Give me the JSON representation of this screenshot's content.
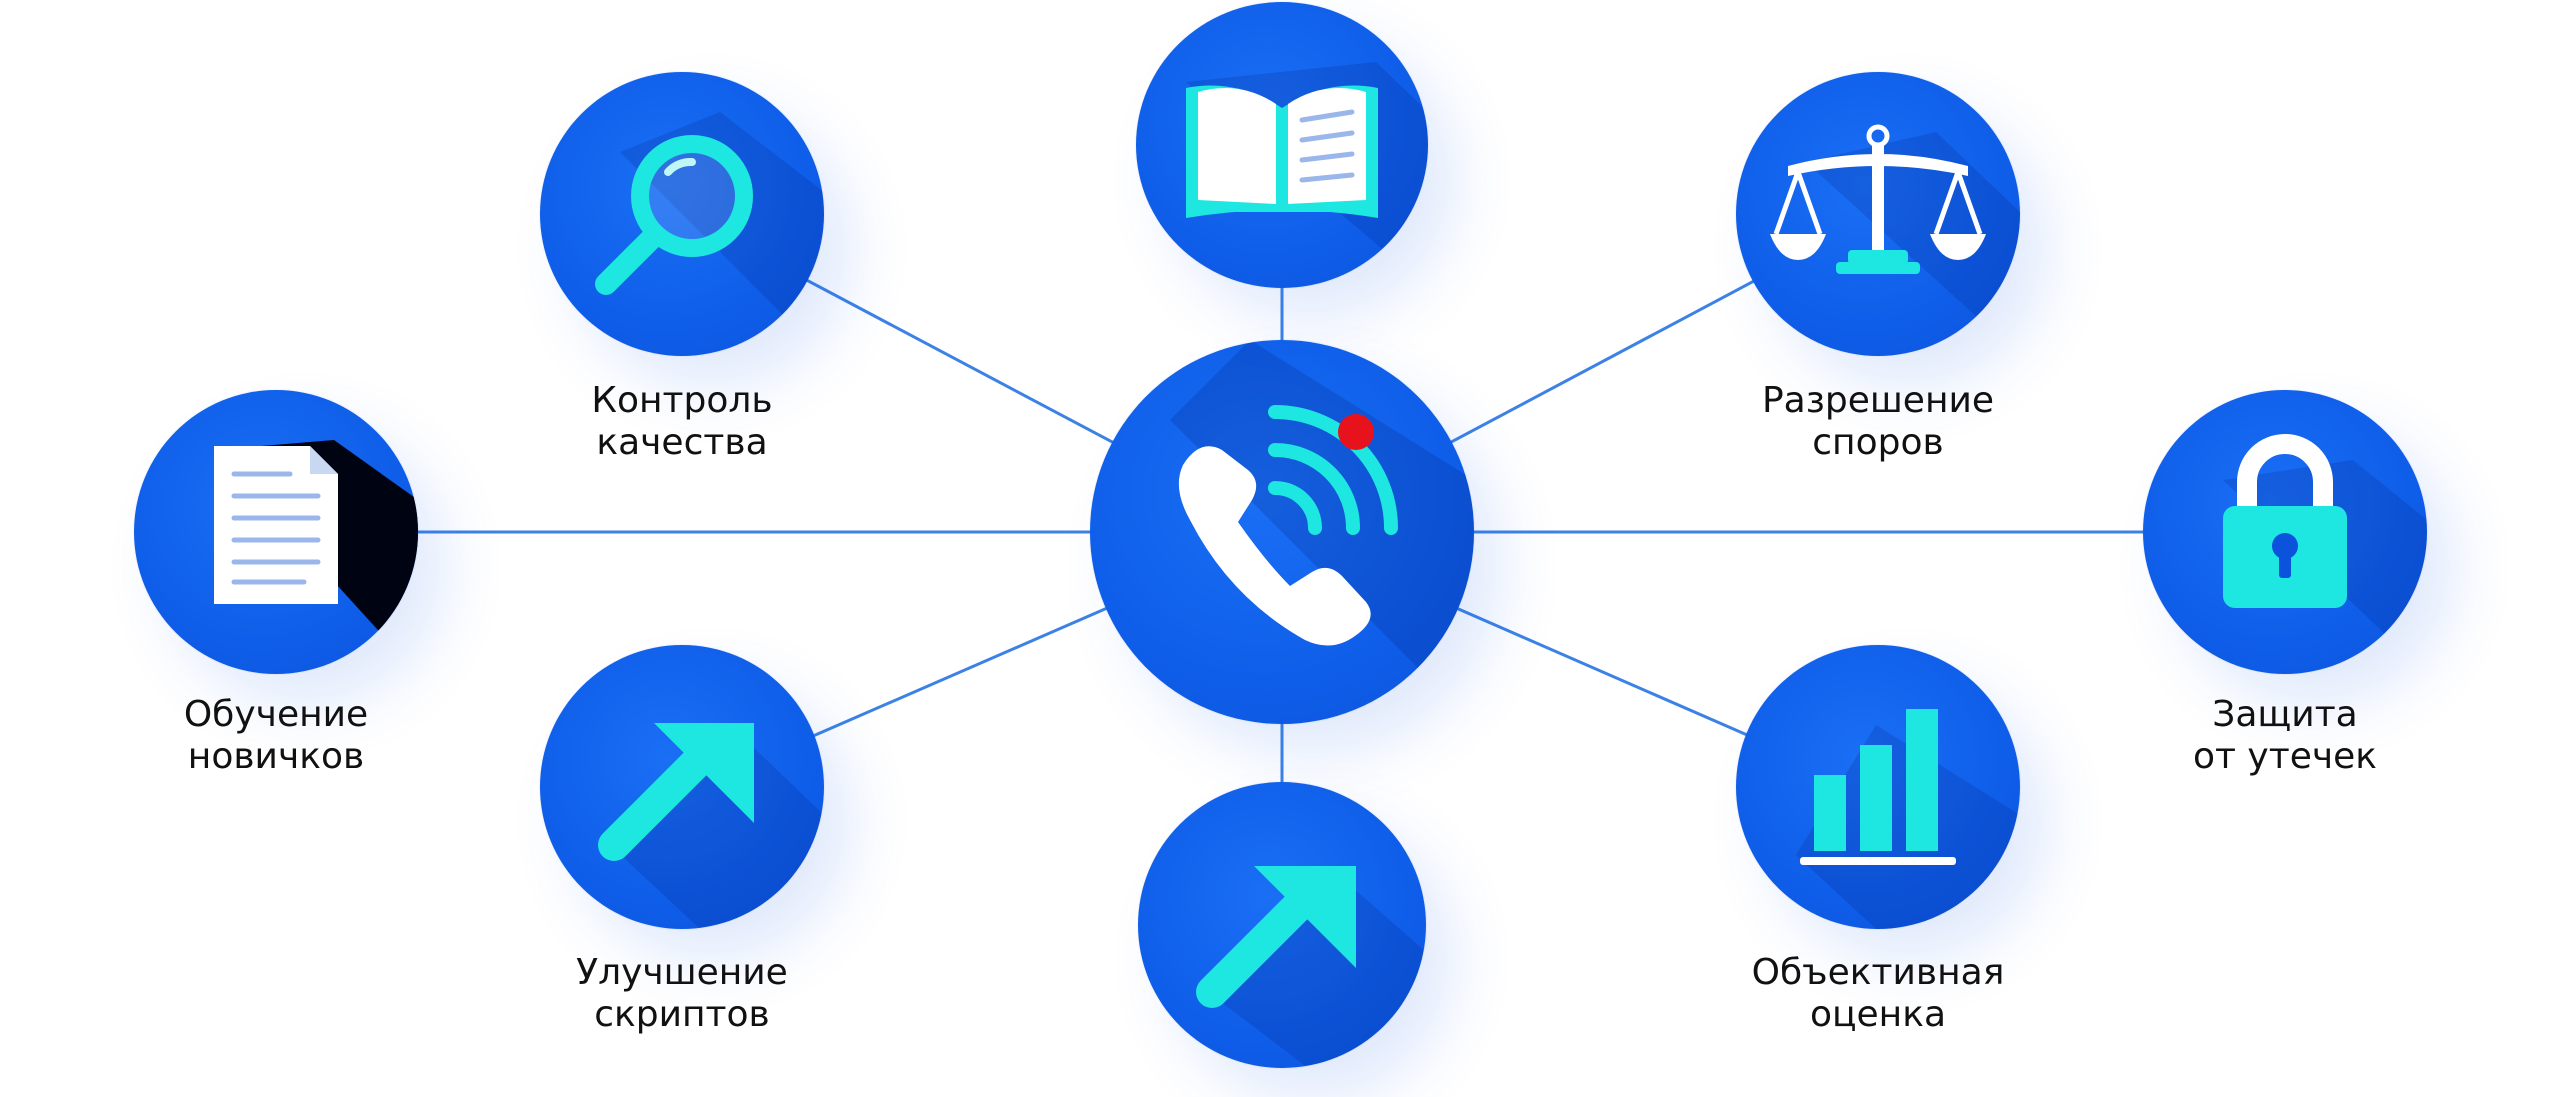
{
  "colors": {
    "node_blue": "#0f5ee9",
    "connector": "#3c82e6",
    "icon_cyan": "#1ee6e0",
    "icon_white": "#ffffff",
    "notification_red": "#e8121d",
    "label_text": "#111111"
  },
  "hub": {
    "icon": "phone-call-icon"
  },
  "nodes": [
    {
      "id": "quality-control",
      "icon": "magnifier-icon",
      "label": [
        "Контроль",
        "качества"
      ]
    },
    {
      "id": "knowledge-base",
      "icon": "open-book-icon",
      "label": []
    },
    {
      "id": "dispute-resolution",
      "icon": "scales-icon",
      "label": [
        "Разрешение",
        "споров"
      ]
    },
    {
      "id": "newbie-training",
      "icon": "document-icon",
      "label": [
        "Обучение",
        "новичков"
      ]
    },
    {
      "id": "leak-protection",
      "icon": "padlock-icon",
      "label": [
        "Защита",
        "от утечек"
      ]
    },
    {
      "id": "script-improvement",
      "icon": "arrow-up-right-icon",
      "label": [
        "Улучшение",
        "скриптов"
      ]
    },
    {
      "id": "growth",
      "icon": "arrow-up-right-icon",
      "label": []
    },
    {
      "id": "objective-evaluation",
      "icon": "bar-chart-icon",
      "label": [
        "Объективная",
        "оценка"
      ]
    }
  ]
}
